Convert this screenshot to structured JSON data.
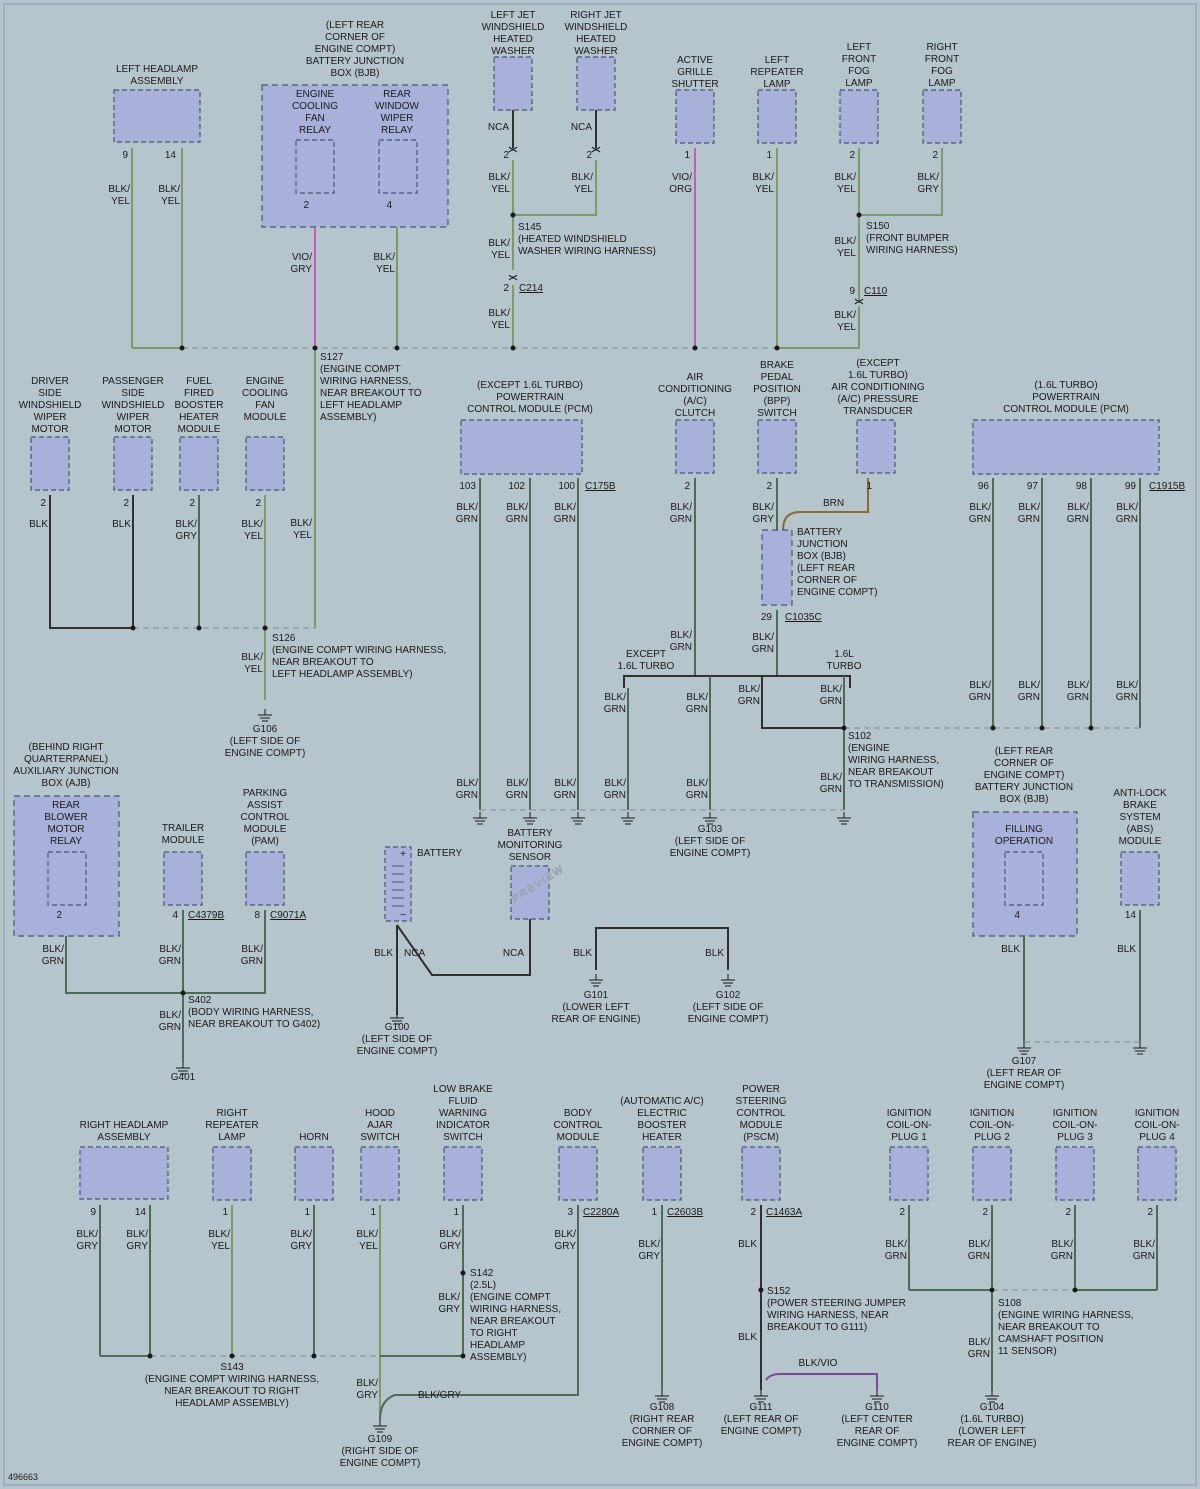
{
  "watermark": "PREVIEW",
  "figure_id": "496663",
  "colors": {
    "background": "#b6c4cc",
    "component_fill": "#a9b1db",
    "wire_blk_yel": "#7f9a6a",
    "wire_blk_grn": "#4f6b55",
    "wire_vio": "#c85bc0",
    "wire_blk": "#303030",
    "wire_brn": "#8a6a3a",
    "wire_vio_purple": "#7a4a9a"
  },
  "components": [
    {
      "id": "lh-headlamp",
      "lines": [
        "LEFT HEADLAMP",
        "ASSEMBLY"
      ]
    },
    {
      "id": "bjb-top",
      "lines": [
        "(LEFT REAR",
        "CORNER OF",
        "ENGINE COMPT)",
        "BATTERY JUNCTION",
        "BOX (BJB)"
      ]
    },
    {
      "id": "fan-relay",
      "lines": [
        "ENGINE",
        "COOLING",
        "FAN",
        "RELAY"
      ]
    },
    {
      "id": "wiper-relay",
      "lines": [
        "REAR",
        "WINDOW",
        "WIPER",
        "RELAY"
      ]
    },
    {
      "id": "lj-washer",
      "lines": [
        "LEFT JET",
        "WINDSHIELD",
        "HEATED",
        "WASHER"
      ]
    },
    {
      "id": "rj-washer",
      "lines": [
        "RIGHT JET",
        "WINDSHIELD",
        "HEATED",
        "WASHER"
      ]
    },
    {
      "id": "grille",
      "lines": [
        "ACTIVE",
        "GRILLE",
        "SHUTTER"
      ]
    },
    {
      "id": "l-repeater",
      "lines": [
        "LEFT",
        "REPEATER",
        "LAMP"
      ]
    },
    {
      "id": "lf-fog",
      "lines": [
        "LEFT",
        "FRONT",
        "FOG",
        "LAMP"
      ]
    },
    {
      "id": "rf-fog",
      "lines": [
        "RIGHT",
        "FRONT",
        "FOG",
        "LAMP"
      ]
    },
    {
      "id": "drv-wiper",
      "lines": [
        "DRIVER",
        "SIDE",
        "WINDSHIELD",
        "WIPER",
        "MOTOR"
      ]
    },
    {
      "id": "pass-wiper",
      "lines": [
        "PASSENGER",
        "SIDE",
        "WINDSHIELD",
        "WIPER",
        "MOTOR"
      ]
    },
    {
      "id": "ffbh",
      "lines": [
        "FUEL",
        "FIRED",
        "BOOSTER",
        "HEATER",
        "MODULE"
      ]
    },
    {
      "id": "fan-mod",
      "lines": [
        "ENGINE",
        "COOLING",
        "FAN",
        "MODULE"
      ]
    },
    {
      "id": "pcm-ex",
      "lines": [
        "(EXCEPT 1.6L TURBO)",
        "POWERTRAIN",
        "CONTROL MODULE (PCM)"
      ]
    },
    {
      "id": "ac-clutch",
      "lines": [
        "AIR",
        "CONDITIONING",
        "(A/C)",
        "CLUTCH"
      ]
    },
    {
      "id": "bpp",
      "lines": [
        "BRAKE",
        "PEDAL",
        "POSITION",
        "(BPP)",
        "SWITCH"
      ]
    },
    {
      "id": "acp",
      "lines": [
        "(EXCEPT",
        "1.6L TURBO)",
        "AIR CONDITIONING",
        "(A/C) PRESSURE",
        "TRANSDUCER"
      ]
    },
    {
      "id": "pcm-16",
      "lines": [
        "(1.6L TURBO)",
        "POWERTRAIN",
        "CONTROL MODULE (PCM)"
      ]
    },
    {
      "id": "ajb",
      "lines": [
        "(BEHIND RIGHT",
        "QUARTERPANEL)",
        "AUXILIARY JUNCTION",
        "BOX (AJB)"
      ]
    },
    {
      "id": "blower-relay",
      "lines": [
        "REAR",
        "BLOWER",
        "MOTOR",
        "RELAY"
      ]
    },
    {
      "id": "trailer",
      "lines": [
        "TRAILER",
        "MODULE"
      ]
    },
    {
      "id": "pam",
      "lines": [
        "PARKING",
        "ASSIST",
        "CONTROL",
        "MODULE",
        "(PAM)"
      ]
    },
    {
      "id": "battery",
      "lines": [
        "BATTERY"
      ]
    },
    {
      "id": "bms",
      "lines": [
        "BATTERY",
        "MONITORING",
        "SENSOR"
      ]
    },
    {
      "id": "bjb-right",
      "lines": [
        "(LEFT REAR",
        "CORNER OF",
        "ENGINE COMPT)",
        "BATTERY JUNCTION",
        "BOX (BJB)"
      ]
    },
    {
      "id": "filling",
      "lines": [
        "FILLING",
        "OPERATION"
      ]
    },
    {
      "id": "abs",
      "lines": [
        "ANTI-LOCK",
        "BRAKE",
        "SYSTEM",
        "(ABS)",
        "MODULE"
      ]
    },
    {
      "id": "bjb-mid",
      "lines": [
        "BATTERY",
        "JUNCTION",
        "BOX (BJB)",
        "(LEFT REAR",
        "CORNER OF",
        "ENGINE COMPT)"
      ]
    },
    {
      "id": "rh-headlamp",
      "lines": [
        "RIGHT HEADLAMP",
        "ASSEMBLY"
      ]
    },
    {
      "id": "r-repeater",
      "lines": [
        "RIGHT",
        "REPEATER",
        "LAMP"
      ]
    },
    {
      "id": "horn",
      "lines": [
        "HORN"
      ]
    },
    {
      "id": "hood",
      "lines": [
        "HOOD",
        "AJAR",
        "SWITCH"
      ]
    },
    {
      "id": "brake-fluid",
      "lines": [
        "LOW BRAKE",
        "FLUID",
        "WARNING",
        "INDICATOR",
        "SWITCH"
      ]
    },
    {
      "id": "bcm",
      "lines": [
        "BODY",
        "CONTROL",
        "MODULE"
      ]
    },
    {
      "id": "elec-heater",
      "lines": [
        "(AUTOMATIC A/C)",
        "ELECTRIC",
        "BOOSTER",
        "HEATER"
      ]
    },
    {
      "id": "pscm",
      "lines": [
        "POWER",
        "STEERING",
        "CONTROL",
        "MODULE",
        "(PSCM)"
      ]
    },
    {
      "id": "coil1",
      "lines": [
        "IGNITION",
        "COIL-ON-",
        "PLUG 1"
      ]
    },
    {
      "id": "coil2",
      "lines": [
        "IGNITION",
        "COIL-ON-",
        "PLUG 2"
      ]
    },
    {
      "id": "coil3",
      "lines": [
        "IGNITION",
        "COIL-ON-",
        "PLUG 3"
      ]
    },
    {
      "id": "coil4",
      "lines": [
        "IGNITION",
        "COIL-ON-",
        "PLUG 4"
      ]
    }
  ],
  "splices": [
    {
      "id": "s127",
      "lines": [
        "S127",
        "(ENGINE COMPT",
        "WIRING HARNESS,",
        "NEAR BREAKOUT TO",
        "LEFT HEADLAMP",
        "ASSEMBLY)"
      ]
    },
    {
      "id": "s145",
      "lines": [
        "S145",
        "(HEATED WINDSHIELD",
        "WASHER WIRING HARNESS)"
      ]
    },
    {
      "id": "s150",
      "lines": [
        "S150",
        "(FRONT BUMPER",
        "WIRING HARNESS)"
      ]
    },
    {
      "id": "s126",
      "lines": [
        "S126",
        "(ENGINE COMPT WIRING HARNESS,",
        "NEAR BREAKOUT TO",
        "LEFT HEADLAMP ASSEMBLY)"
      ]
    },
    {
      "id": "s102",
      "lines": [
        "S102",
        "(ENGINE",
        "WIRING HARNESS,",
        "NEAR BREAKOUT",
        "TO TRANSMISSION)"
      ]
    },
    {
      "id": "s402",
      "lines": [
        "S402",
        "(BODY WIRING HARNESS,",
        "NEAR BREAKOUT TO G402)"
      ]
    },
    {
      "id": "s142",
      "lines": [
        "S142",
        "(2.5L)",
        "(ENGINE COMPT",
        "WIRING HARNESS,",
        "NEAR BREAKOUT",
        "TO RIGHT",
        "HEADLAMP",
        "ASSEMBLY)"
      ]
    },
    {
      "id": "s143",
      "lines": [
        "S143",
        "(ENGINE COMPT WIRING HARNESS,",
        "NEAR BREAKOUT TO RIGHT",
        "HEADLAMP ASSEMBLY)"
      ]
    },
    {
      "id": "s152",
      "lines": [
        "S152",
        "(POWER STEERING JUMPER",
        "WIRING HARNESS, NEAR",
        "BREAKOUT TO G111)"
      ]
    },
    {
      "id": "s108",
      "lines": [
        "S108",
        "(ENGINE WIRING HARNESS,",
        "NEAR BREAKOUT TO",
        "CAMSHAFT POSITION",
        "11 SENSOR)"
      ]
    }
  ],
  "grounds": [
    {
      "id": "g106",
      "lines": [
        "G106",
        "(LEFT SIDE OF",
        "ENGINE COMPT)"
      ]
    },
    {
      "id": "g103",
      "lines": [
        "G103",
        "(LEFT SIDE OF",
        "ENGINE COMPT)"
      ]
    },
    {
      "id": "g401",
      "lines": [
        "G401"
      ]
    },
    {
      "id": "g100",
      "lines": [
        "G100",
        "(LEFT SIDE OF",
        "ENGINE COMPT)"
      ]
    },
    {
      "id": "g101",
      "lines": [
        "G101",
        "(LOWER LEFT",
        "REAR OF ENGINE)"
      ]
    },
    {
      "id": "g102",
      "lines": [
        "G102",
        "(LEFT SIDE OF",
        "ENGINE COMPT)"
      ]
    },
    {
      "id": "g107",
      "lines": [
        "G107",
        "(LEFT REAR OF",
        "ENGINE COMPT)"
      ]
    },
    {
      "id": "g109",
      "lines": [
        "G109",
        "(RIGHT SIDE OF",
        "ENGINE COMPT)"
      ]
    },
    {
      "id": "g108",
      "lines": [
        "G108",
        "(RIGHT REAR",
        "CORNER OF",
        "ENGINE COMPT)"
      ]
    },
    {
      "id": "g111",
      "lines": [
        "G111",
        "(LEFT REAR OF",
        "ENGINE COMPT)"
      ]
    },
    {
      "id": "g110",
      "lines": [
        "G110",
        "(LEFT CENTER",
        "REAR OF",
        "ENGINE COMPT)"
      ]
    },
    {
      "id": "g104",
      "lines": [
        "G104",
        "(1.6L TURBO)",
        "(LOWER LEFT",
        "REAR OF ENGINE)"
      ]
    }
  ],
  "connectors": [
    "C214",
    "C110",
    "C175B",
    "C1915B",
    "C1035C",
    "C4379B",
    "C9071A",
    "C2280A",
    "C2603B",
    "C1463A"
  ],
  "pins": [
    "9",
    "14",
    "2",
    "4",
    "2",
    "2",
    "1",
    "1",
    "2",
    "2",
    "2",
    "2",
    "2",
    "2",
    "103",
    "102",
    "100",
    "2",
    "2",
    "1",
    "96",
    "97",
    "98",
    "99",
    "29",
    "2",
    "4",
    "8",
    "4",
    "14",
    "9",
    "14",
    "1",
    "1",
    "1",
    "1",
    "3",
    "1",
    "2",
    "2",
    "2",
    "2",
    "2",
    "2",
    "2"
  ],
  "wire_colors": [
    "BLK/",
    "YEL",
    "GRY",
    "GRN",
    "VIO/",
    "ORG",
    "NCA",
    "BLK",
    "BRN",
    "BLK/VIO",
    "BLK/GRY"
  ],
  "notes": [
    "EXCEPT",
    "1.6L TURBO",
    "1.6L",
    "TURBO"
  ]
}
